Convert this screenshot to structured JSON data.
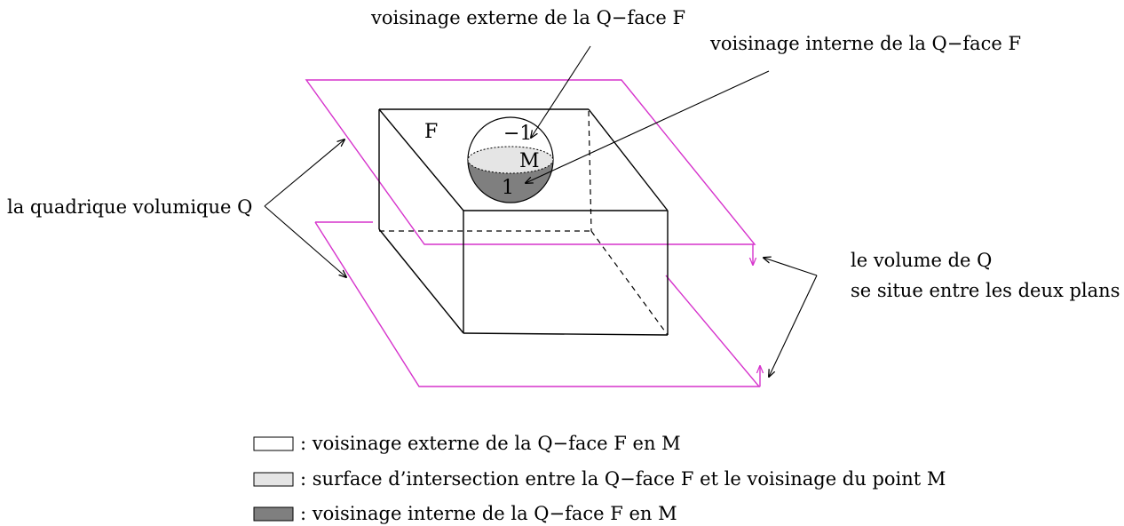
{
  "colors": {
    "plane": "#d633cc",
    "outer_neighborhood": "#ffffff",
    "intersection_surface": "#e5e5e5",
    "inner_neighborhood": "#7f7f7f"
  },
  "labels": {
    "external_neighborhood": "voisinage externe de la Q−face F",
    "internal_neighborhood": "voisinage interne de la Q−face F",
    "volumic_quadric": "la quadrique volumique Q",
    "volume_line1": "le volume de Q",
    "volume_line2": "se situe entre les deux plans",
    "face": "F",
    "minus_one": "−1",
    "point": "M",
    "one": "1"
  },
  "legend": [
    {
      "text": ": voisinage externe de la Q−face F en M",
      "color": "#ffffff"
    },
    {
      "text": ": surface d’intersection entre la Q−face F et le voisinage du point M",
      "color": "#e5e5e5"
    },
    {
      "text": ": voisinage interne de la Q−face F en M",
      "color": "#7f7f7f"
    }
  ]
}
